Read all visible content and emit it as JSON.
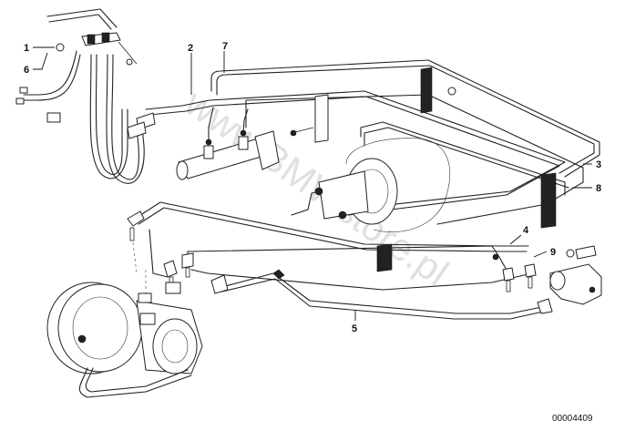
{
  "diagram": {
    "callouts": {
      "c1": "1",
      "c2": "2",
      "c3": "3",
      "c4": "4",
      "c5": "5",
      "c6": "6",
      "c7": "7",
      "c8": "8",
      "c9": "9"
    },
    "reference_number": "00004409",
    "watermark": "www.BMWstore.pl"
  }
}
